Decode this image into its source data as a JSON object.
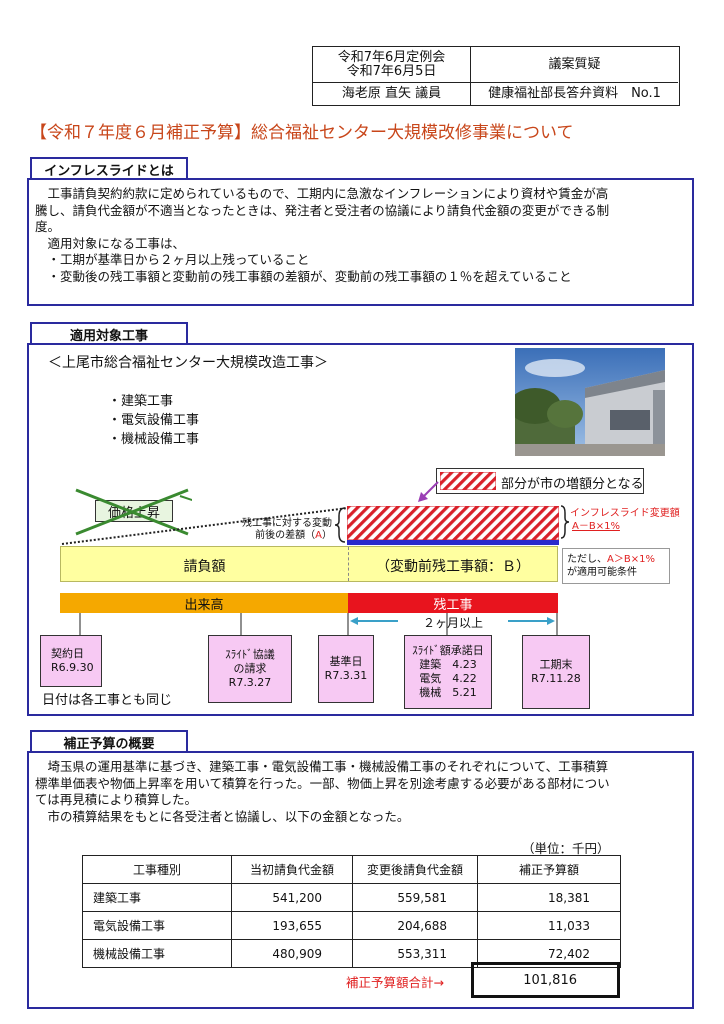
{
  "header": {
    "meeting_line1": "令和7年6月定例会",
    "meeting_line2": "令和7年6月5日",
    "topic": "議案質疑",
    "member": "海老原 直矢 議員",
    "material": "健康福祉部長答弁資料　No.1"
  },
  "title": "【令和７年度６月補正予算】総合福祉センター大規模改修事業について",
  "section1": {
    "tab": "インフレスライドとは",
    "lines": [
      "　工事請負契約約款に定められているもので、工期内に急激なインフレーションにより資材や賃金が高",
      "騰し、請負代金額が不適当となったときは、発注者と受注者の協議により請負代金額の変更ができる制",
      "度。",
      "　適用対象になる工事は、",
      "　・工期が基準日から２ヶ月以上残っていること",
      "　・変動後の残工事額と変動前の残工事額の差額が、変動前の残工事額の１％を超えていること"
    ]
  },
  "section2": {
    "tab": "適用対象工事",
    "project": "＜上尾市総合福祉センター大規模改造工事＞",
    "works": [
      "・建築工事",
      "・電気設備工事",
      "・機械設備工事"
    ],
    "legend": "部分が市の増額分となる",
    "price_up": "価格上昇",
    "diff_label_1": "残工事に対する変動",
    "diff_label_2": "前後の差額（",
    "diff_label_a": "A",
    "diff_label_3": "）",
    "inflation_label": "インフレスライド変更額",
    "inflation_formula": "A－B×1%",
    "contract_amount": "請負額",
    "remaining_before": "（変動前残工事額：Ｂ）",
    "condition_1": "ただし、",
    "condition_red": "A＞B×1%",
    "condition_2": "が適用可能条件",
    "done_amount": "出来高",
    "remaining": "残工事",
    "two_months": "２ヶ月以上",
    "dates": {
      "contract_label": "契約日",
      "contract_value": "R6.9.30",
      "slide_label_1": "ｽﾗｲﾄﾞ協議",
      "slide_label_2": "の請求",
      "slide_value": "R7.3.27",
      "base_label": "基準日",
      "base_value": "R7.3.31",
      "approval_label": "ｽﾗｲﾄﾞ額承諾日",
      "approval_rows": [
        "建築　4.23",
        "電気　4.22",
        "機械　5.21"
      ],
      "end_label": "工期末",
      "end_value": "R7.11.28"
    },
    "same_date_note": "日付は各工事とも同じ"
  },
  "section3": {
    "tab": "補正予算の概要",
    "lines": [
      "　埼玉県の運用基準に基づき、建築工事・電気設備工事・機械設備工事のそれぞれについて、工事積算",
      "標準単価表や物価上昇率を用いて積算を行った。一部、物価上昇を別途考慮する必要がある部材につい",
      "ては再見積により積算した。",
      "　市の積算結果をもとに各受注者と協議し、以下の金額となった。"
    ],
    "unit": "（単位：千円）",
    "columns": [
      "工事種別",
      "当初請負代金額",
      "変更後請負代金額",
      "補正予算額"
    ],
    "rows": [
      [
        "建築工事",
        "541,200",
        "559,581",
        "18,381"
      ],
      [
        "電気設備工事",
        "193,655",
        "204,688",
        "11,033"
      ],
      [
        "機械設備工事",
        "480,909",
        "553,311",
        "72,402"
      ]
    ],
    "total_label": "補正予算額合計→",
    "total_value": "101,816"
  },
  "colors": {
    "accent_title": "#c8461a",
    "frame_blue": "#2a2a9e",
    "contract_yellow": "#ffffa0",
    "done_orange": "#f5a800",
    "remaining_red": "#e8141e",
    "date_pink": "#f7c9f3"
  }
}
